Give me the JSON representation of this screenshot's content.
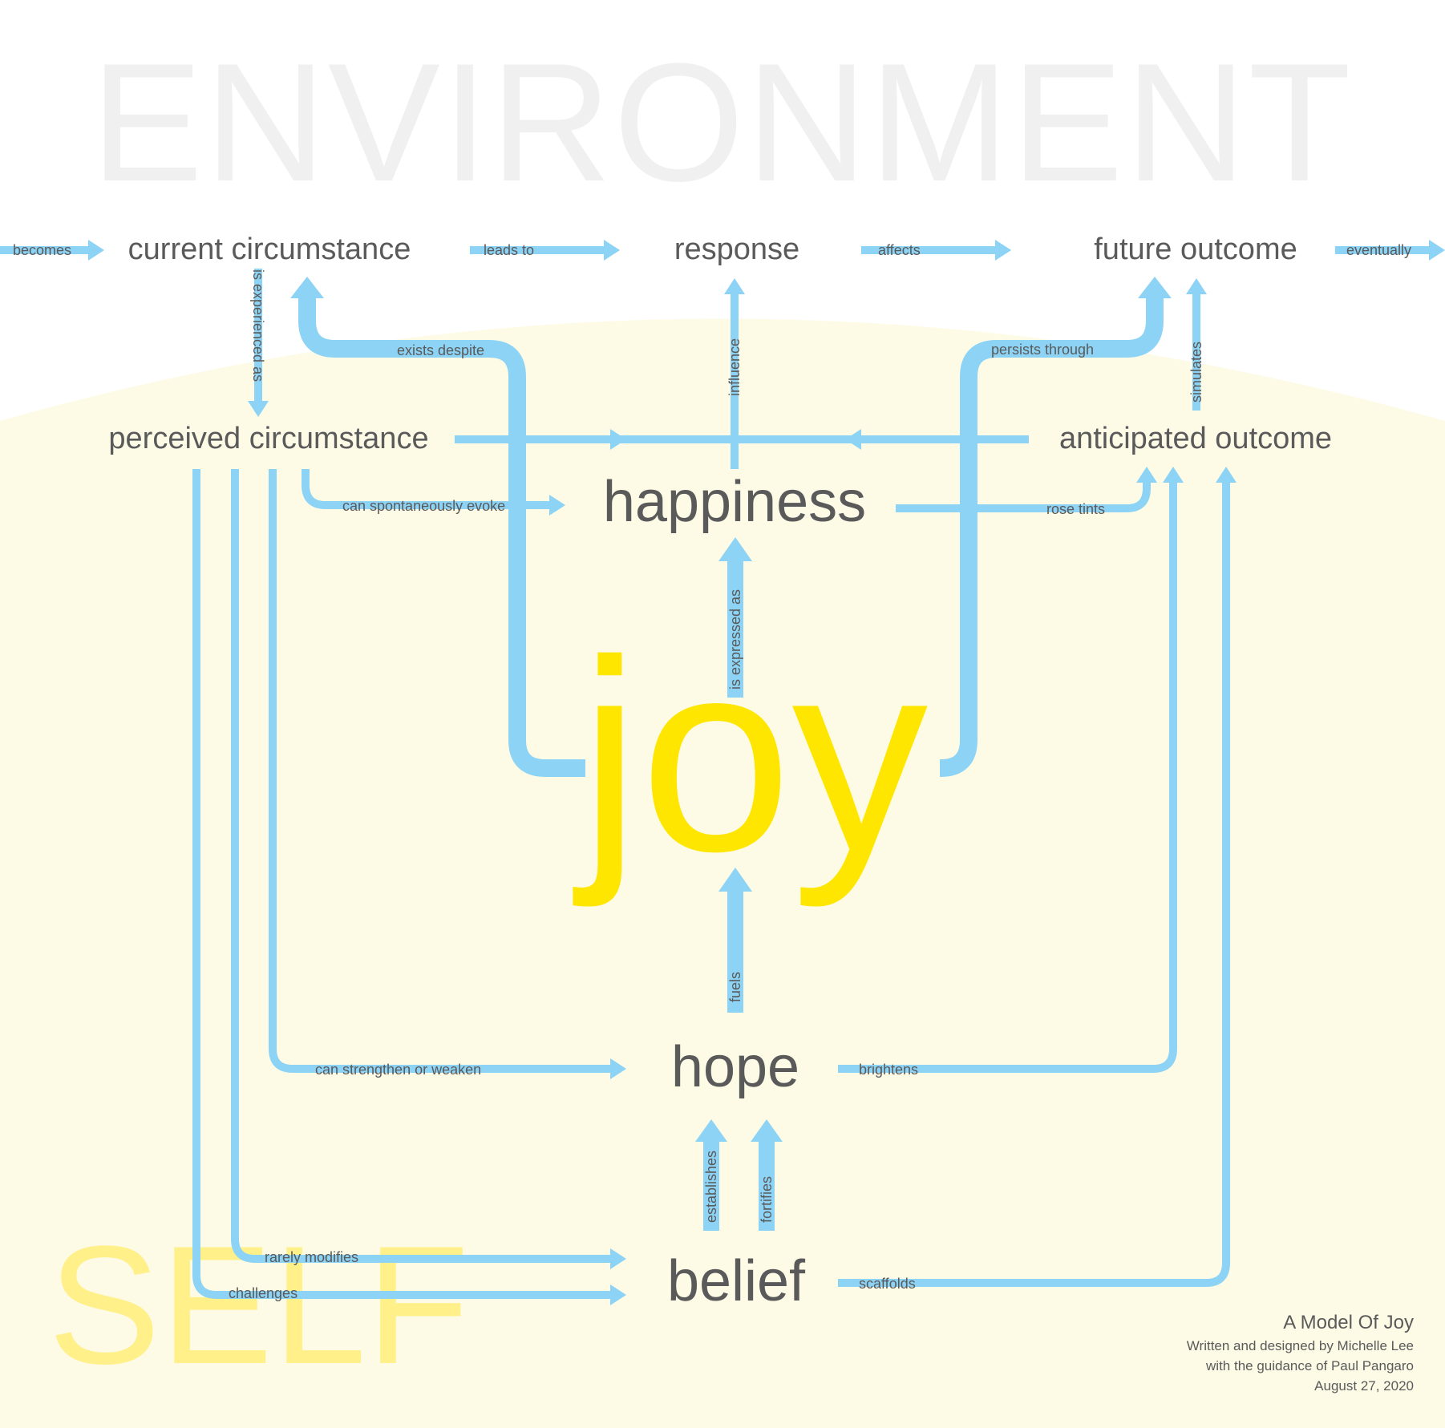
{
  "backdrop": {
    "environment_label": "ENVIRONMENT",
    "self_label": "SELF"
  },
  "nodes": {
    "current_circumstance": "current circumstance",
    "response": "response",
    "future_outcome": "future outcome",
    "perceived_circumstance": "perceived circumstance",
    "anticipated_outcome": "anticipated outcome",
    "happiness": "happiness",
    "joy": "joy",
    "hope": "hope",
    "belief": "belief"
  },
  "edges": {
    "becomes": "becomes",
    "leads_to": "leads to",
    "affects": "affects",
    "eventually": "eventually",
    "is_experienced_as": "is experienced as",
    "exists_despite": "exists despite",
    "influence": "influence",
    "persists_through": "persists through",
    "simulates": "simulates",
    "can_spontaneously_evoke": "can spontaneously evoke",
    "rose_tints": "rose tints",
    "is_expressed_as": "is expressed as",
    "fuels": "fuels",
    "can_strengthen_or_weaken": "can strengthen or weaken",
    "brightens": "brightens",
    "establishes": "establishes",
    "fortifies": "fortifies",
    "rarely_modifies": "rarely modifies",
    "challenges": "challenges",
    "scaffolds": "scaffolds"
  },
  "credits": {
    "title": "A Model Of Joy",
    "line1": "Written and designed by Michelle Lee",
    "line2": "with the guidance of Paul Pangaro",
    "date": "August 27, 2020"
  },
  "colors": {
    "arrow": "#8dd3f5",
    "joy": "#ffe600",
    "self": "#fff08a",
    "self_region": "#fdfbe6",
    "environment": "#f0f0f0",
    "text": "#5a5a5a"
  }
}
